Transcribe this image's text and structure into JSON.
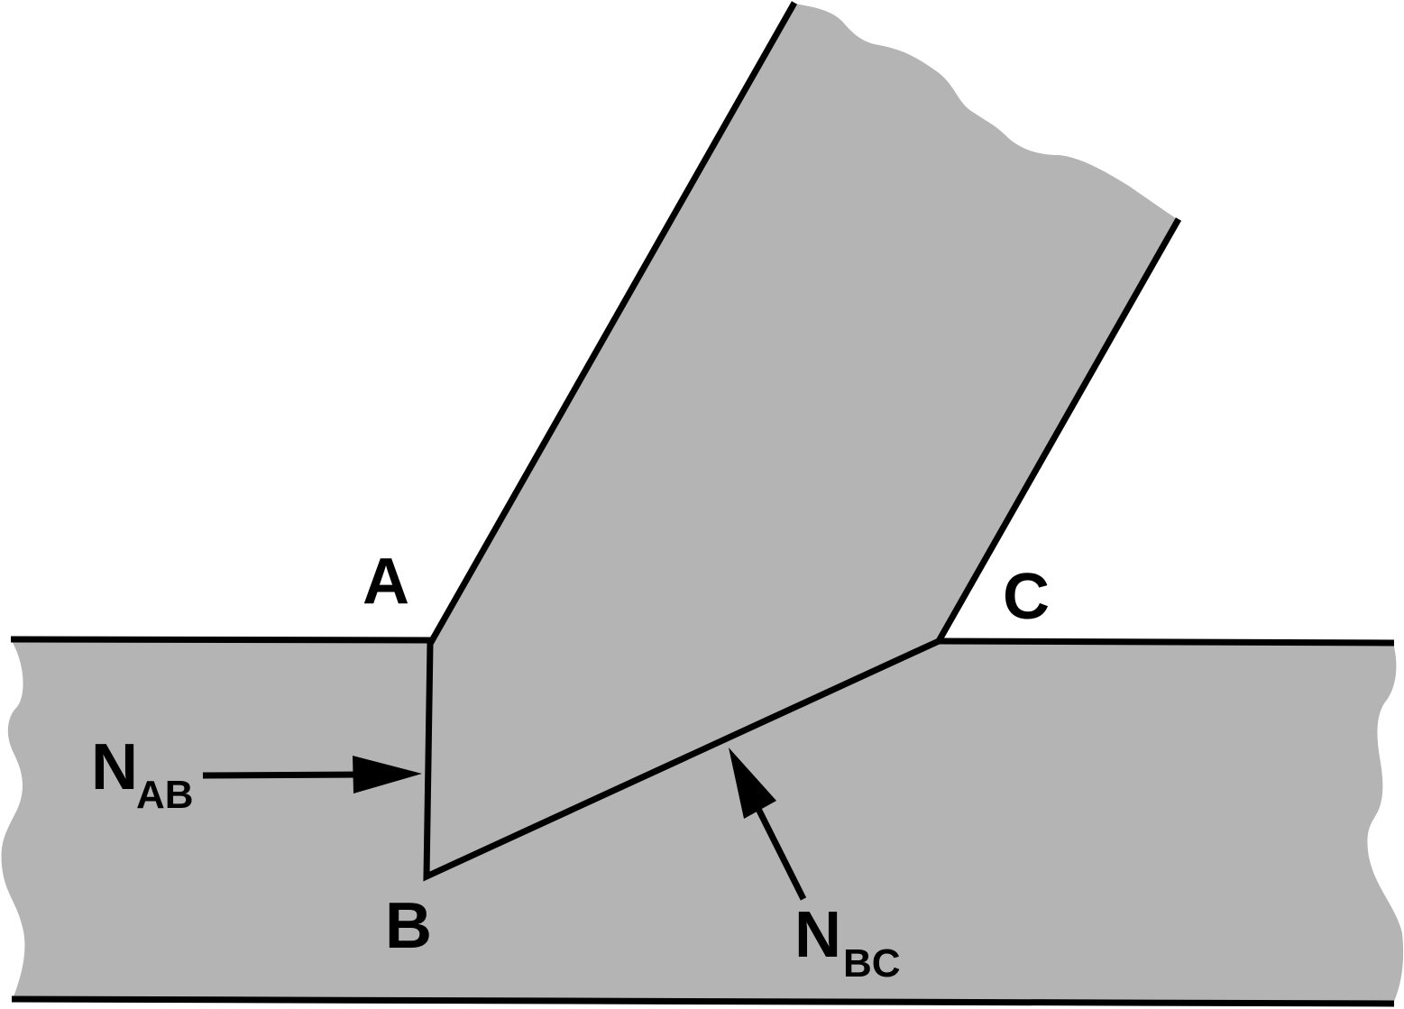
{
  "colors": {
    "fill": "#b3b4b3",
    "stroke": "#000000",
    "background": "#ffffff"
  },
  "points": {
    "a": "A",
    "b": "B",
    "c": "C"
  },
  "forces": {
    "n_ab": {
      "main": "N",
      "sub": "AB"
    },
    "n_bc": {
      "main": "N",
      "sub": "BC"
    }
  }
}
